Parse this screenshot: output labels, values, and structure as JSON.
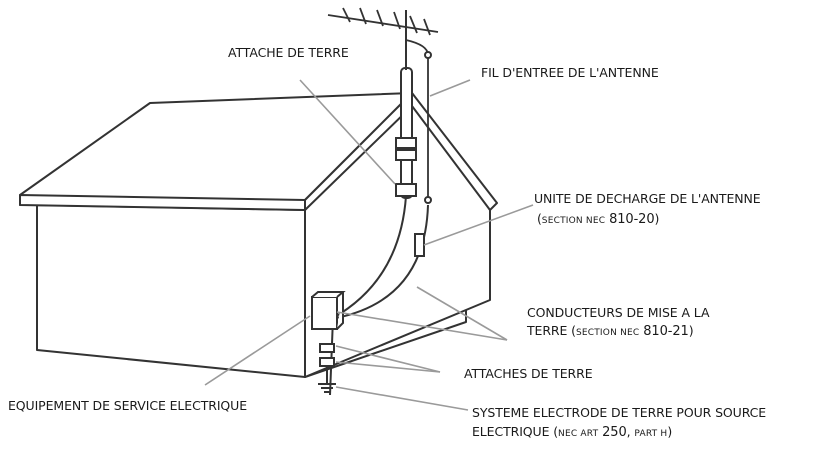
{
  "labels": {
    "attache_terre": "ATTACHE DE TERRE",
    "fil_entree": "FIL D'ENTREE DE L'ANTENNE",
    "unite_decharge": "UNITE DE DECHARGE DE L'ANTENNE",
    "unite_decharge_sub_pre": "(",
    "unite_decharge_sub_sc": "SECTION NEC",
    "unite_decharge_sub_num": "810-20",
    "unite_decharge_sub_post": ")",
    "conducteurs_line1": "CONDUCTEURS DE MISE A LA",
    "conducteurs_line2_pre": "TERRE  (",
    "conducteurs_line2_sc": "SECTION NEC",
    "conducteurs_line2_num": "810-21",
    "conducteurs_line2_post": ")",
    "attaches_terre": "ATTACHES DE TERRE",
    "equipement": "EQUIPEMENT DE SERVICE ELECTRIQUE",
    "systeme_line1": "SYSTEME ELECTRODE DE TERRE POUR SOURCE",
    "systeme_line2_pre": "ELECTRIQUE (",
    "systeme_line2_sc1": "NEC ART",
    "systeme_line2_num": "250",
    "systeme_line2_sep": ", ",
    "systeme_line2_sc2": "PART H",
    "systeme_line2_post": ")"
  },
  "colors": {
    "line": "#333333",
    "leader": "#9a9a9a",
    "fill": "#ffffff"
  }
}
